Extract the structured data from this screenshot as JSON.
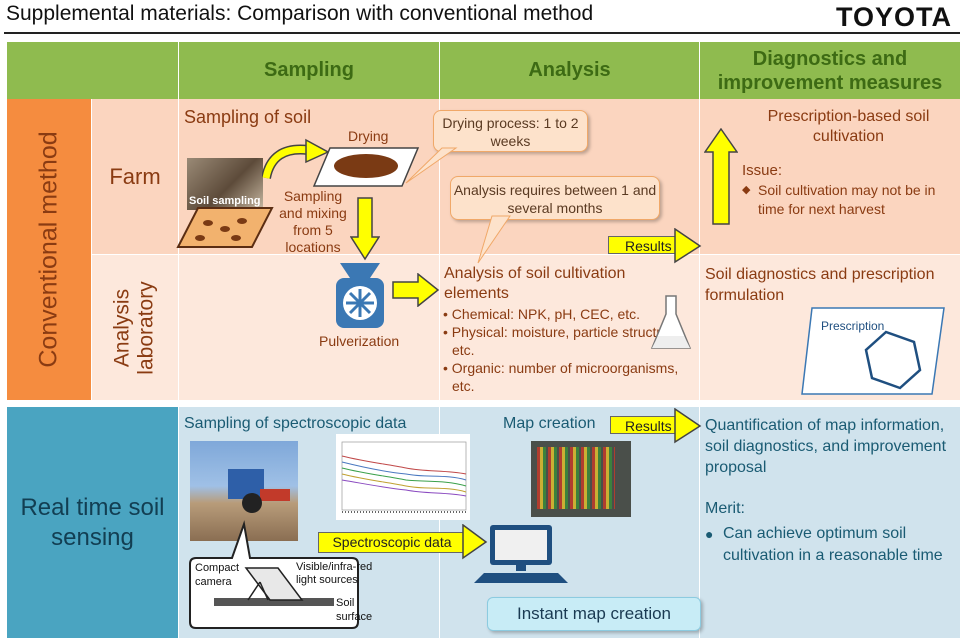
{
  "header": {
    "title": "Supplemental materials: Comparison with conventional method",
    "logo": "TOYOTA"
  },
  "columns": {
    "sampling": "Sampling",
    "analysis": "Analysis",
    "diagnostics": "Diagnostics and improvement measures"
  },
  "rows": {
    "conventional": "Conventional method",
    "farm": "Farm",
    "lab": "Analysis laboratory",
    "realtime": "Real time soil sensing"
  },
  "farm": {
    "sampling_title": "Sampling of soil",
    "soil_sampling_label": "Soil sampling",
    "drying_label": "Drying",
    "sampling_mixing": "Sampling and mixing from 5 locations",
    "drying_callout": "Drying process: 1 to 2 weeks",
    "analysis_callout": "Analysis requires between 1 and several months",
    "results": "Results",
    "prescription_title": "Prescription-based soil cultivation",
    "issue_label": "Issue:",
    "issue_text": "Soil cultivation may not be in time for next harvest"
  },
  "lab": {
    "pulverization": "Pulverization",
    "analysis_title": "Analysis of soil cultivation elements",
    "items": [
      "Chemical: NPK, pH, CEC, etc.",
      "Physical: moisture, particle structure, etc.",
      "Organic: number of microorganisms, etc."
    ],
    "diag_title": "Soil diagnostics and prescription formulation",
    "prescription_card": "Prescription"
  },
  "realtime": {
    "sampling_title": "Sampling of spectroscopic data",
    "map_creation": "Map creation",
    "results": "Results",
    "spectroscopic_data": "Spectroscopic data",
    "compact_camera": "Compact camera",
    "light_sources": "Visible/infra-red light sources",
    "soil_surface": "Soil surface",
    "instant_map": "Instant map creation",
    "quant_text": "Quantification of map information, soil diagnostics, and improvement proposal",
    "merit_label": "Merit:",
    "merit_text": "Can achieve optimum soil cultivation in a reasonable time"
  },
  "colors": {
    "green_header": "#8fbb4f",
    "orange": "#f58c3f",
    "peach": "#fbd5bf",
    "pale_peach": "#fde8dc",
    "teal": "#4aa4c1",
    "pale_blue": "#d0e3ed",
    "arrow_yellow": "#ffff00"
  }
}
